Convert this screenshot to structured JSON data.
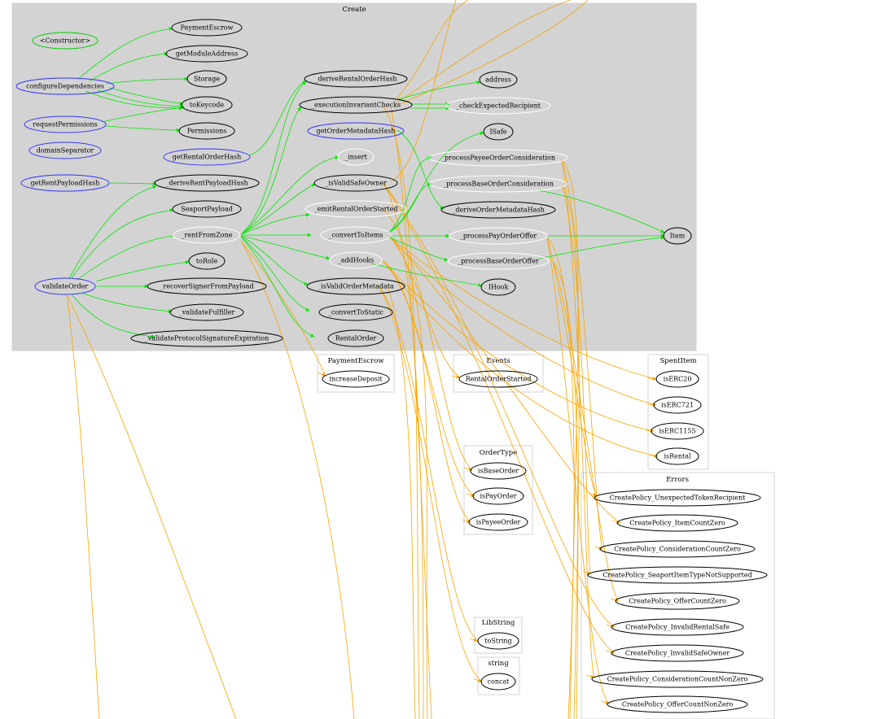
{
  "colors": {
    "cluster_fill": "#d3d3d3",
    "internal_edge": "#00e600",
    "external_edge": "#f7a500",
    "public_outline": "#3333ff",
    "constructor_outline": "#00cc00",
    "private_outline": "#000000",
    "internal_outline": "#ffffff"
  },
  "clusters": {
    "create": "Create",
    "payment_escrow": "PaymentEscrow",
    "events": "Events",
    "spent_item": "SpentItem",
    "order_type": "OrderType",
    "errors": "Errors",
    "lib_string": "LibString",
    "string": "string"
  },
  "nodes": {
    "constructor": "<Constructor>",
    "configure_dependencies": "configureDependencies",
    "request_permissions": "requestPermissions",
    "domain_separator": "domainSeparator",
    "get_rent_payload_hash": "getRentPayloadHash",
    "validate_order": "validateOrder",
    "payment_escrow": "PaymentEscrow",
    "get_module_address": "getModuleAddress",
    "storage": "Storage",
    "to_keycode": "toKeycode",
    "permissions": "Permissions",
    "get_rental_order_hash": "getRentalOrderHash",
    "derive_rent_payload_hash": "_deriveRentPayloadHash",
    "seaport_payload": "SeaportPayload",
    "rent_from_zone": "_rentFromZone",
    "to_role": "toRole",
    "recover_signer": "_recoverSignerFromPayload",
    "validate_fulfiller": "_validateFulfiller",
    "validate_protocol_sig": "_validateProtocolSignatureExpiration",
    "derive_rental_order_hash": "_deriveRentalOrderHash",
    "execution_invariant_checks": "_executionInvariantChecks",
    "get_order_metadata_hash": "getOrderMetadataHash",
    "insert": "_insert",
    "is_valid_safe_owner": "_isValidSafeOwner",
    "emit_rental_order_started": "_emitRentalOrderStarted",
    "convert_to_items": "_convertToItems",
    "add_hooks": "_addHooks",
    "is_valid_order_metadata": "_isValidOrderMetadata",
    "convert_to_static": "_convertToStatic",
    "rental_order": "RentalOrder",
    "address": "address",
    "check_expected_recipient": "_checkExpectedRecipient",
    "isafe": "ISafe",
    "process_payee_order_consideration": "_processPayeeOrderConsideration",
    "process_base_order_consideration": "_processBaseOrderConsideration",
    "derive_order_metadata_hash": "_deriveOrderMetadataHash",
    "process_pay_order_offer": "_processPayOrderOffer",
    "process_base_order_offer": "_processBaseOrderOffer",
    "item": "Item",
    "ihook": "IHook",
    "increase_deposit": "increaseDeposit",
    "rental_order_started": "RentalOrderStarted",
    "is_erc20": "isERC20",
    "is_erc721": "isERC721",
    "is_erc1155": "isERC1155",
    "is_rental": "isRental",
    "is_base_order": "isBaseOrder",
    "is_pay_order": "isPayOrder",
    "is_payee_order": "isPayeeOrder",
    "err_unexpected_token_recipient": "CreatePolicy_UnexpectedTokenRecipient",
    "err_item_count_zero": "CreatePolicy_ItemCountZero",
    "err_consideration_count_zero": "CreatePolicy_ConsiderationCountZero",
    "err_seaport_item_type": "CreatePolicy_SeaportItemTypeNotSupported",
    "err_offer_count_zero": "CreatePolicy_OfferCountZero",
    "err_invalid_rental_safe": "CreatePolicy_InvalidRentalSafe",
    "err_invalid_safe_owner": "CreatePolicy_InvalidSafeOwner",
    "err_consideration_count_non_zero": "CreatePolicy_ConsiderationCountNonZero",
    "err_offer_count_non_zero": "CreatePolicy_OfferCountNonZero",
    "to_string": "toString",
    "concat": "concat"
  }
}
